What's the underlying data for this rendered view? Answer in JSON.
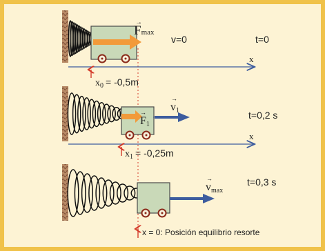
{
  "panel1": {
    "force_symbol": "F",
    "force_sub": "max",
    "velocity_label": "v=0",
    "time_label": "t=0",
    "axis_label": "x",
    "position_prefix": "x",
    "position_sub": "0",
    "position_value": "= -0,5m"
  },
  "panel2": {
    "force_symbol": "F",
    "force_sub": "1",
    "velocity_symbol": "v",
    "velocity_sub": "1",
    "time_label": "t=0,2 s",
    "axis_label": "x",
    "position_prefix": "x",
    "position_sub": "1",
    "position_value": "= -0,25m"
  },
  "panel3": {
    "velocity_symbol": "v",
    "velocity_sub": "max",
    "time_label": "t=0,3 s",
    "position_text": "x = 0: Posición equilibrio resorte"
  },
  "colors": {
    "frame": "#f0c24a",
    "background": "#fdf3d4",
    "cart": "#c9d9b8",
    "force_arrow": "#f29a3a",
    "velocity_arrow": "#3d5c9e",
    "axis": "#3d5c9e",
    "marker": "#d43a2a"
  }
}
